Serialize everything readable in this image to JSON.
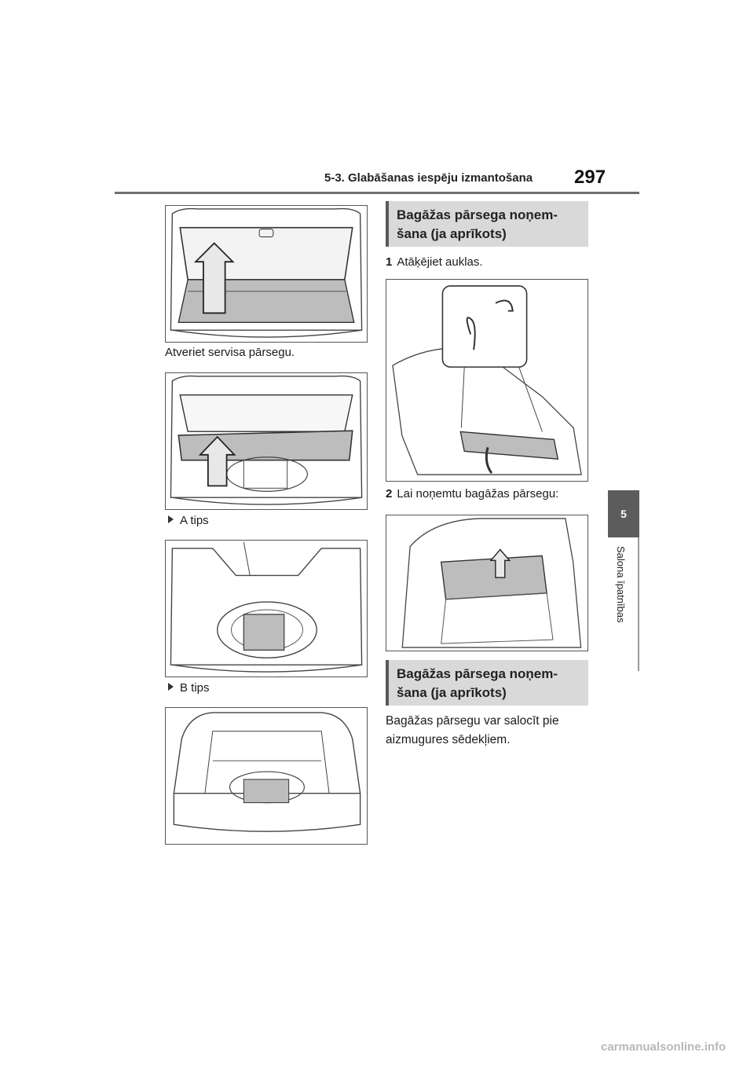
{
  "header": {
    "section_title": "5-3. Glabāšanas iespēju izmantošana",
    "page_number": "297"
  },
  "side_tab": {
    "chapter_number": "5",
    "chapter_label": "Salona īpatnības"
  },
  "left_column": {
    "caption_open": "Atveriet servisa pārsegu.",
    "type_a": "A tips",
    "type_b": "B tips"
  },
  "right_column": {
    "section_heading_1": "Bagāžas pārsega noņem-\nšana (ja aprīkots)",
    "step1_num": "1",
    "step1_text": "Atāķējiet auklas.",
    "step2_num": "2",
    "step2_text": "Lai noņemtu bagāžas pārsegu:",
    "section_heading_2": "Bagāžas pārsega noņem-\nšana (ja aprīkots)",
    "body_text": "Bagāžas pārsegu var salocīt pie aizmugures sēdekļiem."
  },
  "watermark": "carmanualsonline.info"
}
